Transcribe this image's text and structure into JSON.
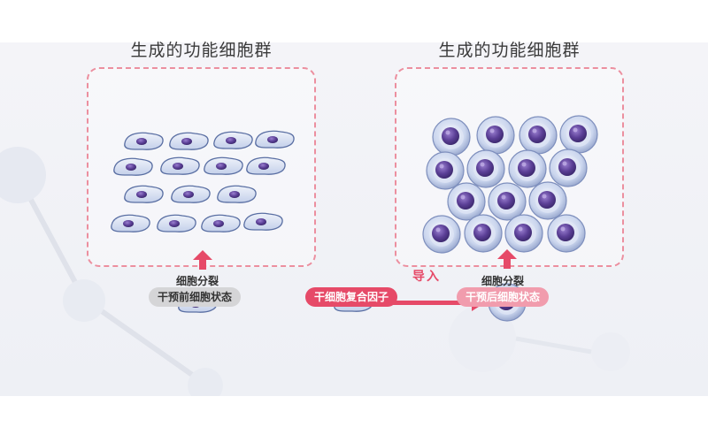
{
  "panels": {
    "left_title": "生成的功能细胞群",
    "right_title": "生成的功能细胞群"
  },
  "labels": {
    "division_left": "细胞分裂",
    "division_right": "细胞分裂",
    "import": "导入"
  },
  "pills": {
    "before": "干预前细胞状态",
    "factor": "干细胞复合因子",
    "after": "干预后细胞状态"
  },
  "colors": {
    "accent": "#e64a68",
    "accent_light": "#f19cad",
    "dashed_border": "#ec8f9f",
    "neutral_pill": "#d5d5d7",
    "nucleus": "#6b4fa8",
    "cell_body": "#cdd8ef"
  }
}
